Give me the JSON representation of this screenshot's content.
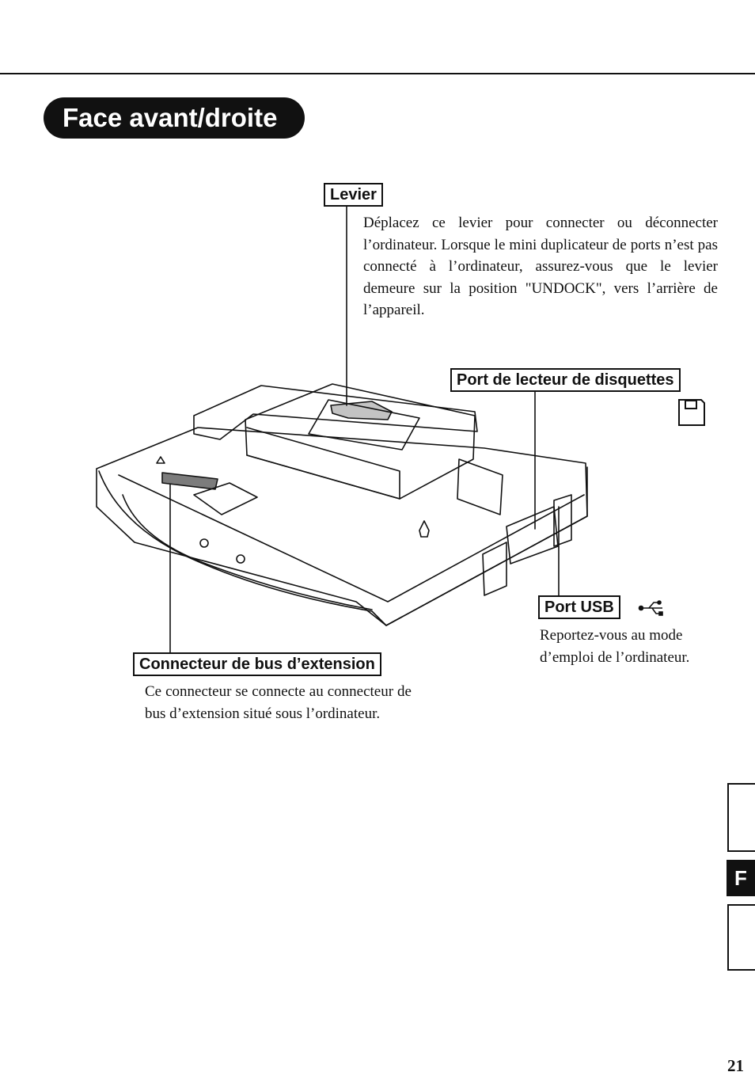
{
  "section_title": "Face avant/droite",
  "labels": {
    "levier": "Levier",
    "floppy": "Port de lecteur de disquettes",
    "usb": "Port USB",
    "expansion": "Connecteur de bus d’extension"
  },
  "descriptions": {
    "levier": "Déplacez ce levier pour connecter ou déconnecter l’ordinateur. Lorsque le mini duplicateur de ports n’est pas connecté à l’ordinateur, assurez-vous que le levier demeure sur la position \"UNDOCK\", vers l’arrière de l’appareil.",
    "usb": "Reportez-vous au mode d’emploi de l’ordinateur.",
    "expansion": "Ce connecteur se connecte au connecteur de bus d’extension situé sous l’ordinateur."
  },
  "icons": {
    "floppy": "floppy-disk-icon",
    "usb": "usb-icon"
  },
  "side_tab": "F",
  "page_number": "21"
}
